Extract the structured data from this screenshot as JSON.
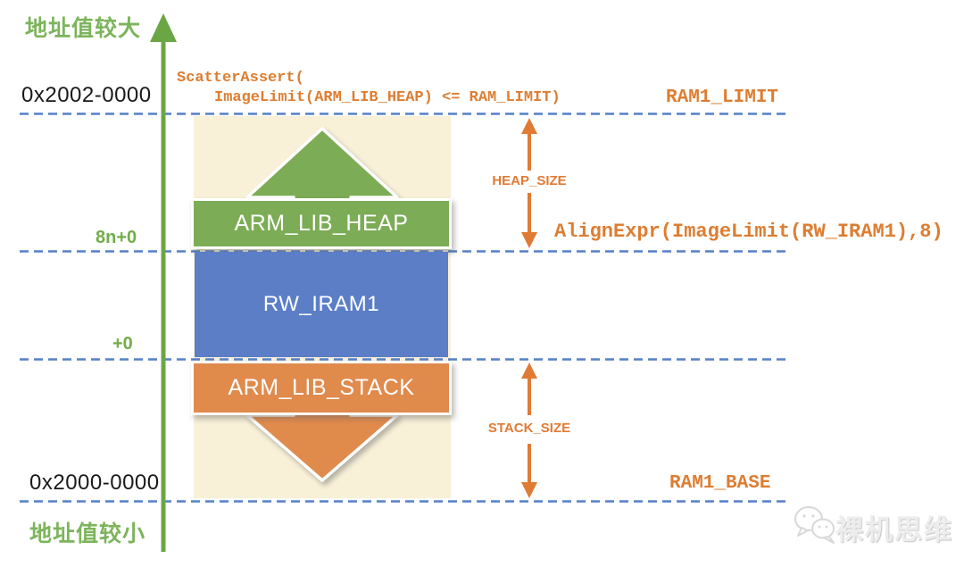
{
  "axis": {
    "top_label": "地址值较大",
    "bottom_label": "地址值较小"
  },
  "addresses": {
    "top": "0x2002-0000",
    "bottom": "0x2000-0000",
    "align_8n": "8n+0",
    "align_plus0": "+0"
  },
  "code": {
    "scatter_assert_line1": "ScatterAssert(",
    "scatter_assert_line2": "ImageLimit(ARM_LIB_HEAP) <= RAM_LIMIT)",
    "align_expr": "AlignExpr(ImageLimit(RW_IRAM1),8)"
  },
  "labels": {
    "ram1_limit": "RAM1_LIMIT",
    "ram1_base": "RAM1_BASE",
    "heap_size": "HEAP_SIZE",
    "stack_size": "STACK_SIZE"
  },
  "regions": {
    "heap": "ARM_LIB_HEAP",
    "ram": "RW_IRAM1",
    "stack": "ARM_LIB_STACK"
  },
  "watermark": {
    "text": "裸机思维"
  },
  "colors": {
    "heap_green": "#7cac55",
    "ram_blue": "#5b7ec7",
    "stack_orange": "#e08a4c",
    "annotation_orange": "#dd7d31",
    "beige_background": "#f8f1d8",
    "dashed_line_blue": "#5580c8",
    "axis_green": "#6ba644",
    "label_green": "#7cb45b"
  }
}
